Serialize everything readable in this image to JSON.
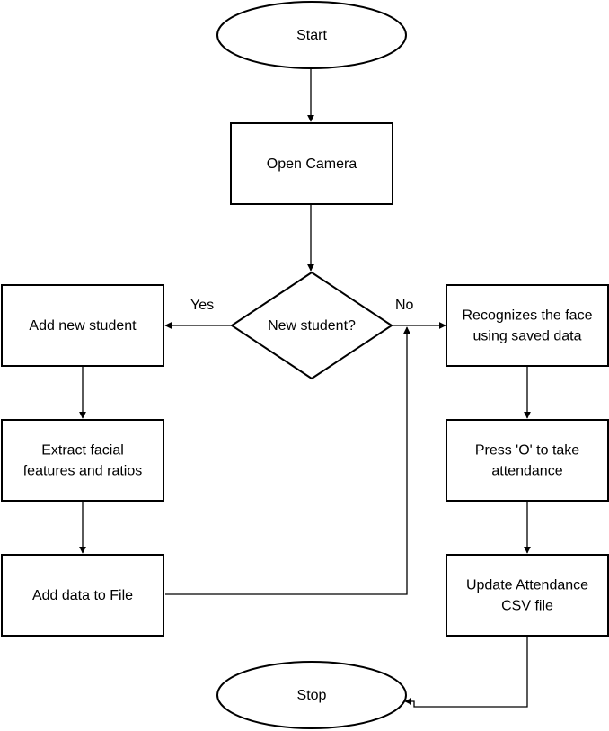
{
  "nodes": {
    "start": {
      "lines": [
        "Start"
      ]
    },
    "open_camera": {
      "lines": [
        "Open Camera"
      ]
    },
    "decision": {
      "lines": [
        "New student?"
      ]
    },
    "add_student": {
      "lines": [
        "Add new student"
      ]
    },
    "extract": {
      "lines": [
        "Extract facial",
        "features and ratios"
      ]
    },
    "add_data": {
      "lines": [
        "Add data to File"
      ]
    },
    "recognize": {
      "lines": [
        "Recognizes the face",
        "using saved data"
      ]
    },
    "press_o": {
      "lines": [
        "Press 'O' to take",
        "attendance"
      ]
    },
    "update_csv": {
      "lines": [
        "Update Attendance",
        "CSV file"
      ]
    },
    "stop": {
      "lines": [
        "Stop"
      ]
    }
  },
  "edge_labels": {
    "yes": "Yes",
    "no": "No"
  },
  "colors": {
    "stroke": "#000000",
    "fill": "#ffffff",
    "text": "#000000"
  }
}
